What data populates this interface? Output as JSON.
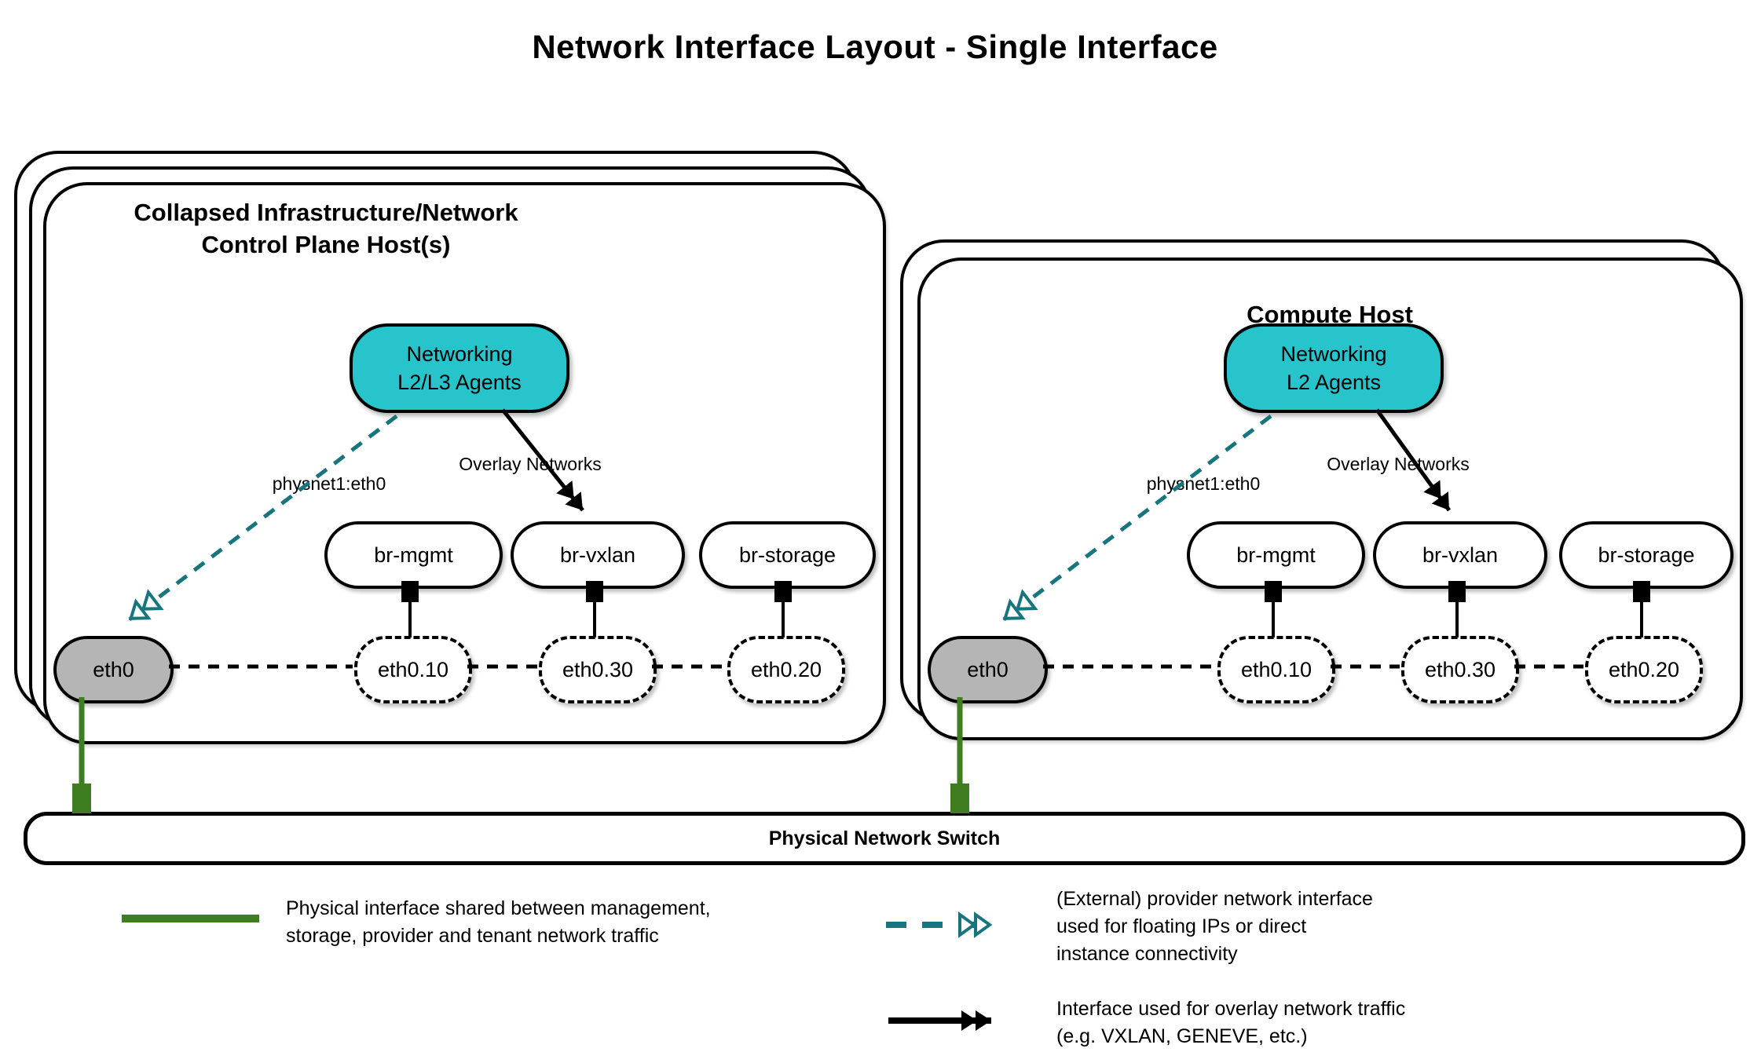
{
  "title": "Network Interface Layout - Single Interface",
  "hosts": [
    {
      "title_lines": [
        "Collapsed Infrastructure/Network",
        "Control Plane Host(s)"
      ],
      "agent_lines": [
        "Networking",
        "L2/L3 Agents"
      ],
      "provider_label": "physnet1:eth0",
      "overlay_label": "Overlay Networks",
      "bridges": [
        "br-mgmt",
        "br-vxlan",
        "br-storage"
      ],
      "nic": "eth0",
      "vlans": [
        "eth0.10",
        "eth0.30",
        "eth0.20"
      ]
    },
    {
      "title_lines": [
        "Compute Host"
      ],
      "agent_lines": [
        "Networking",
        "L2 Agents"
      ],
      "provider_label": "physnet1:eth0",
      "overlay_label": "Overlay Networks",
      "bridges": [
        "br-mgmt",
        "br-vxlan",
        "br-storage"
      ],
      "nic": "eth0",
      "vlans": [
        "eth0.10",
        "eth0.30",
        "eth0.20"
      ]
    }
  ],
  "switch": {
    "label": "Physical Network Switch"
  },
  "legend": {
    "items": [
      {
        "lines": [
          "Physical interface shared between management,",
          "storage, provider and tenant network traffic"
        ]
      },
      {
        "lines": [
          "(External) provider network interface",
          "used for floating IPs or direct",
          "instance connectivity"
        ]
      },
      {
        "lines": [
          "Interface used for overlay network traffic",
          "(e.g. VXLAN, GENEVE, etc.)"
        ]
      }
    ]
  },
  "colors": {
    "agent_fill": "#28c4cc",
    "provider_arrow": "#17757e",
    "physical_link": "#3f7e20",
    "nic_fill": "#b5b5b5"
  }
}
